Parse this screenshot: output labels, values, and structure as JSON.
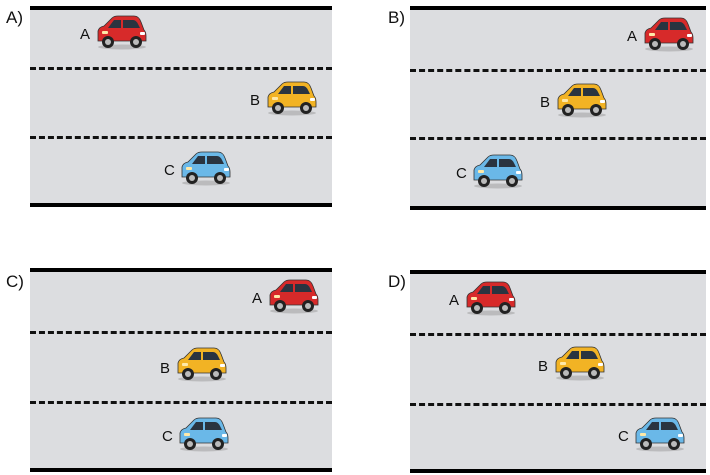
{
  "options": [
    {
      "label": "A)",
      "cars": [
        "A",
        "B",
        "C"
      ]
    },
    {
      "label": "B)",
      "cars": [
        "A",
        "B",
        "C"
      ]
    },
    {
      "label": "C)",
      "cars": [
        "A",
        "B",
        "C"
      ]
    },
    {
      "label": "D)",
      "cars": [
        "A",
        "B",
        "C"
      ]
    }
  ],
  "car_colors": {
    "A": "#d72a2a",
    "B": "#f2b324",
    "C": "#6ab8e8"
  }
}
